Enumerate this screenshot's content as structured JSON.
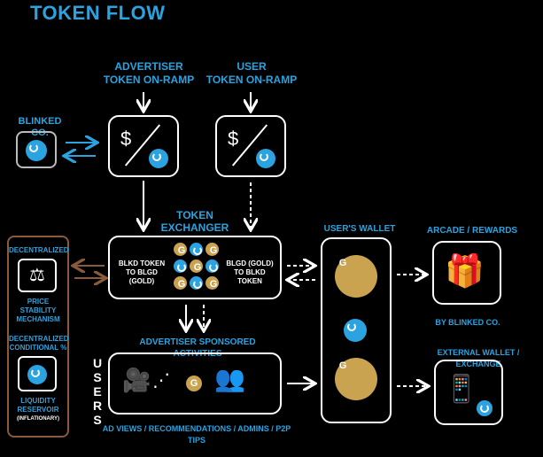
{
  "title": "TOKEN FLOW",
  "advertiser_onramp": {
    "line1": "ADVERTISER",
    "line2": "TOKEN ON-RAMP",
    "currency": "$"
  },
  "user_onramp": {
    "line1": "USER",
    "line2": "TOKEN ON-RAMP",
    "currency": "$"
  },
  "blinked_co": "BLINKED CO.",
  "exchanger": {
    "line1": "TOKEN",
    "line2": "EXCHANGER",
    "left_line1": "BLKD TOKEN",
    "left_line2": "TO BLGD (GOLD)",
    "right_line1": "BLGD (GOLD)",
    "right_line2": "TO BLKD TOKEN"
  },
  "users_wallet": "USER'S WALLET",
  "arcade": {
    "label": "ARCADE / REWARDS",
    "by": "BY BLINKED CO."
  },
  "external_wallet": "EXTERNAL WALLET / EXCHANGE",
  "sidebar": {
    "decentralized": "DECENTRALIZED",
    "price_line1": "PRICE STABILITY",
    "price_line2": "MECHANISM",
    "cond_line1": "DECENTRALIZED",
    "cond_line2": "CONDITIONAL %",
    "liq_line1": "LIQUIDITY",
    "liq_line2": "RESERVOIR",
    "liq_note": "(INFLATIONARY)"
  },
  "activities": {
    "label": "ADVERTISER SPONSORED ACTIVITIES",
    "footer": "AD VIEWS / RECOMMENDATIONS / ADMINS / P2P TIPS"
  },
  "users_vertical": [
    "U",
    "S",
    "E",
    "R",
    "S"
  ],
  "colors": {
    "accent": "#2aa3e0",
    "gold": "#c9a34f",
    "sidebar_border": "#8a5a3a"
  }
}
